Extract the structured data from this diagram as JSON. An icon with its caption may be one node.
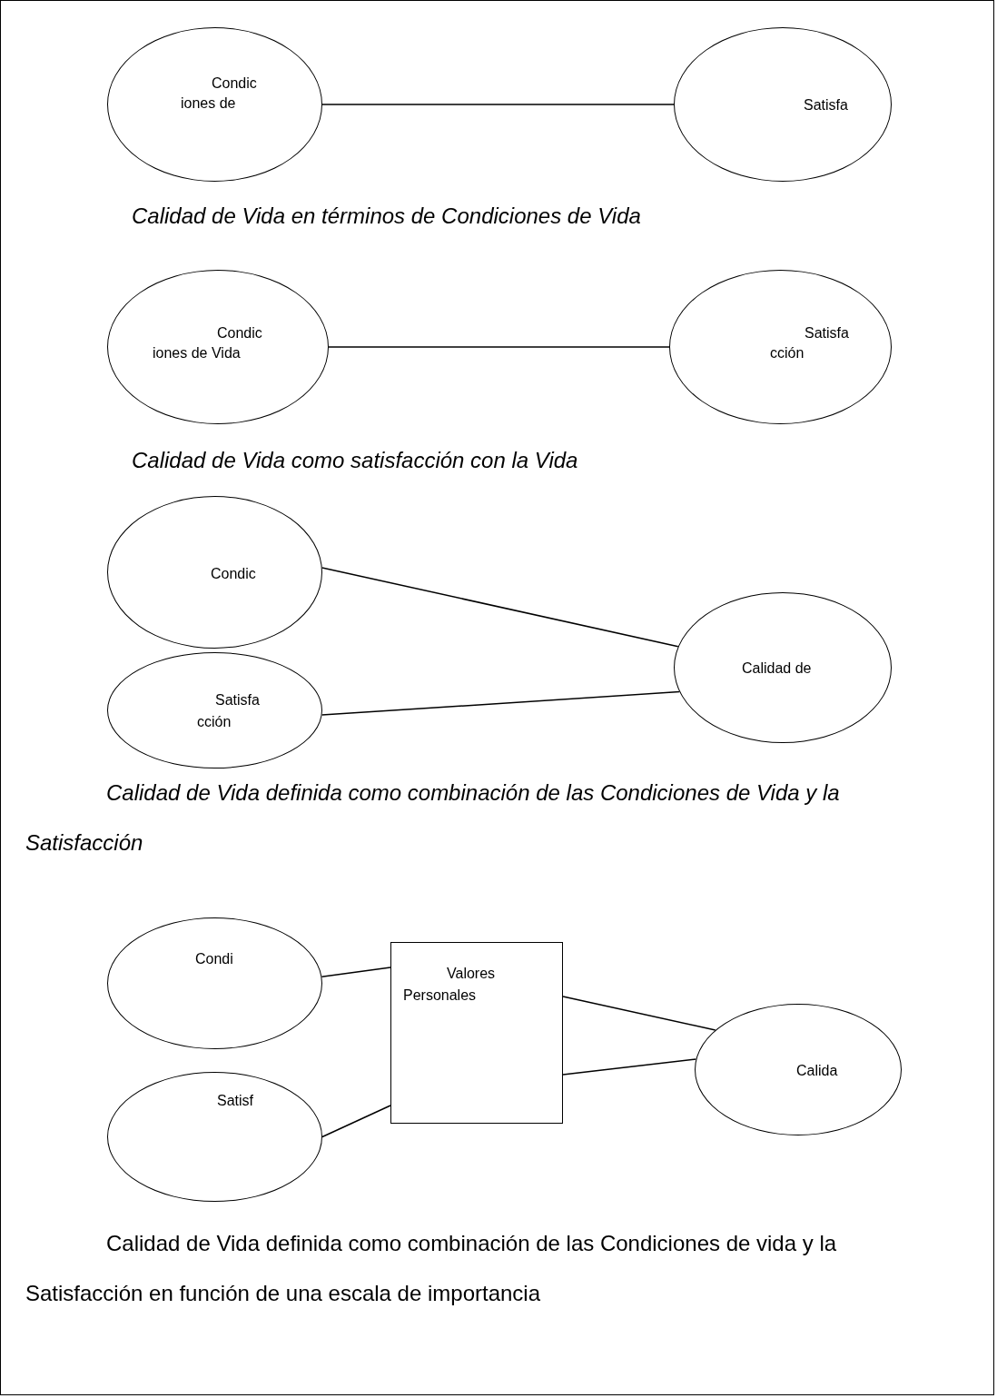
{
  "diagram": {
    "nodes": [
      {
        "text": [
          "Condic iones de"
        ]
      },
      {
        "text": [
          "Satisfa"
        ]
      },
      {
        "text": [
          "Condic iones de Vida"
        ]
      },
      {
        "text": [
          "Satisfa cción"
        ]
      },
      {
        "text": [
          "Condic"
        ]
      },
      {
        "text": [
          "Calidad de"
        ]
      },
      {
        "text": [
          "Satisfa cción"
        ]
      },
      {
        "text": [
          "Condi"
        ]
      },
      {
        "text": [
          "Valores Personales"
        ]
      },
      {
        "text": [
          "Satisf"
        ]
      },
      {
        "text": [
          "Calida"
        ]
      }
    ],
    "edges": [
      {
        "from": 0,
        "to": 1,
        "arrow": "none"
      },
      {
        "from": 2,
        "to": 3,
        "arrow": "none"
      },
      {
        "from": 4,
        "to": 5,
        "arrow": "none"
      },
      {
        "from": 6,
        "to": 5,
        "arrow": "none"
      },
      {
        "from": 7,
        "to": 8,
        "arrow": "none"
      },
      {
        "from": 9,
        "to": 8,
        "arrow": "none"
      },
      {
        "from": 8,
        "to": 10,
        "arrow": "none"
      },
      {
        "from": 8,
        "to": 10,
        "arrow": "none"
      }
    ],
    "labels": [
      "Calidad de Vida en términos de Condiciones de Vida",
      "Calidad de Vida como satisfacción con la Vida",
      "Calidad de Vida definida como combinación de las Condiciones de Vida y la Satisfacción",
      "Calidad de Vida definida como combinación de las Condiciones de vida y la Satisfacción en función de una escala de importancia"
    ]
  }
}
